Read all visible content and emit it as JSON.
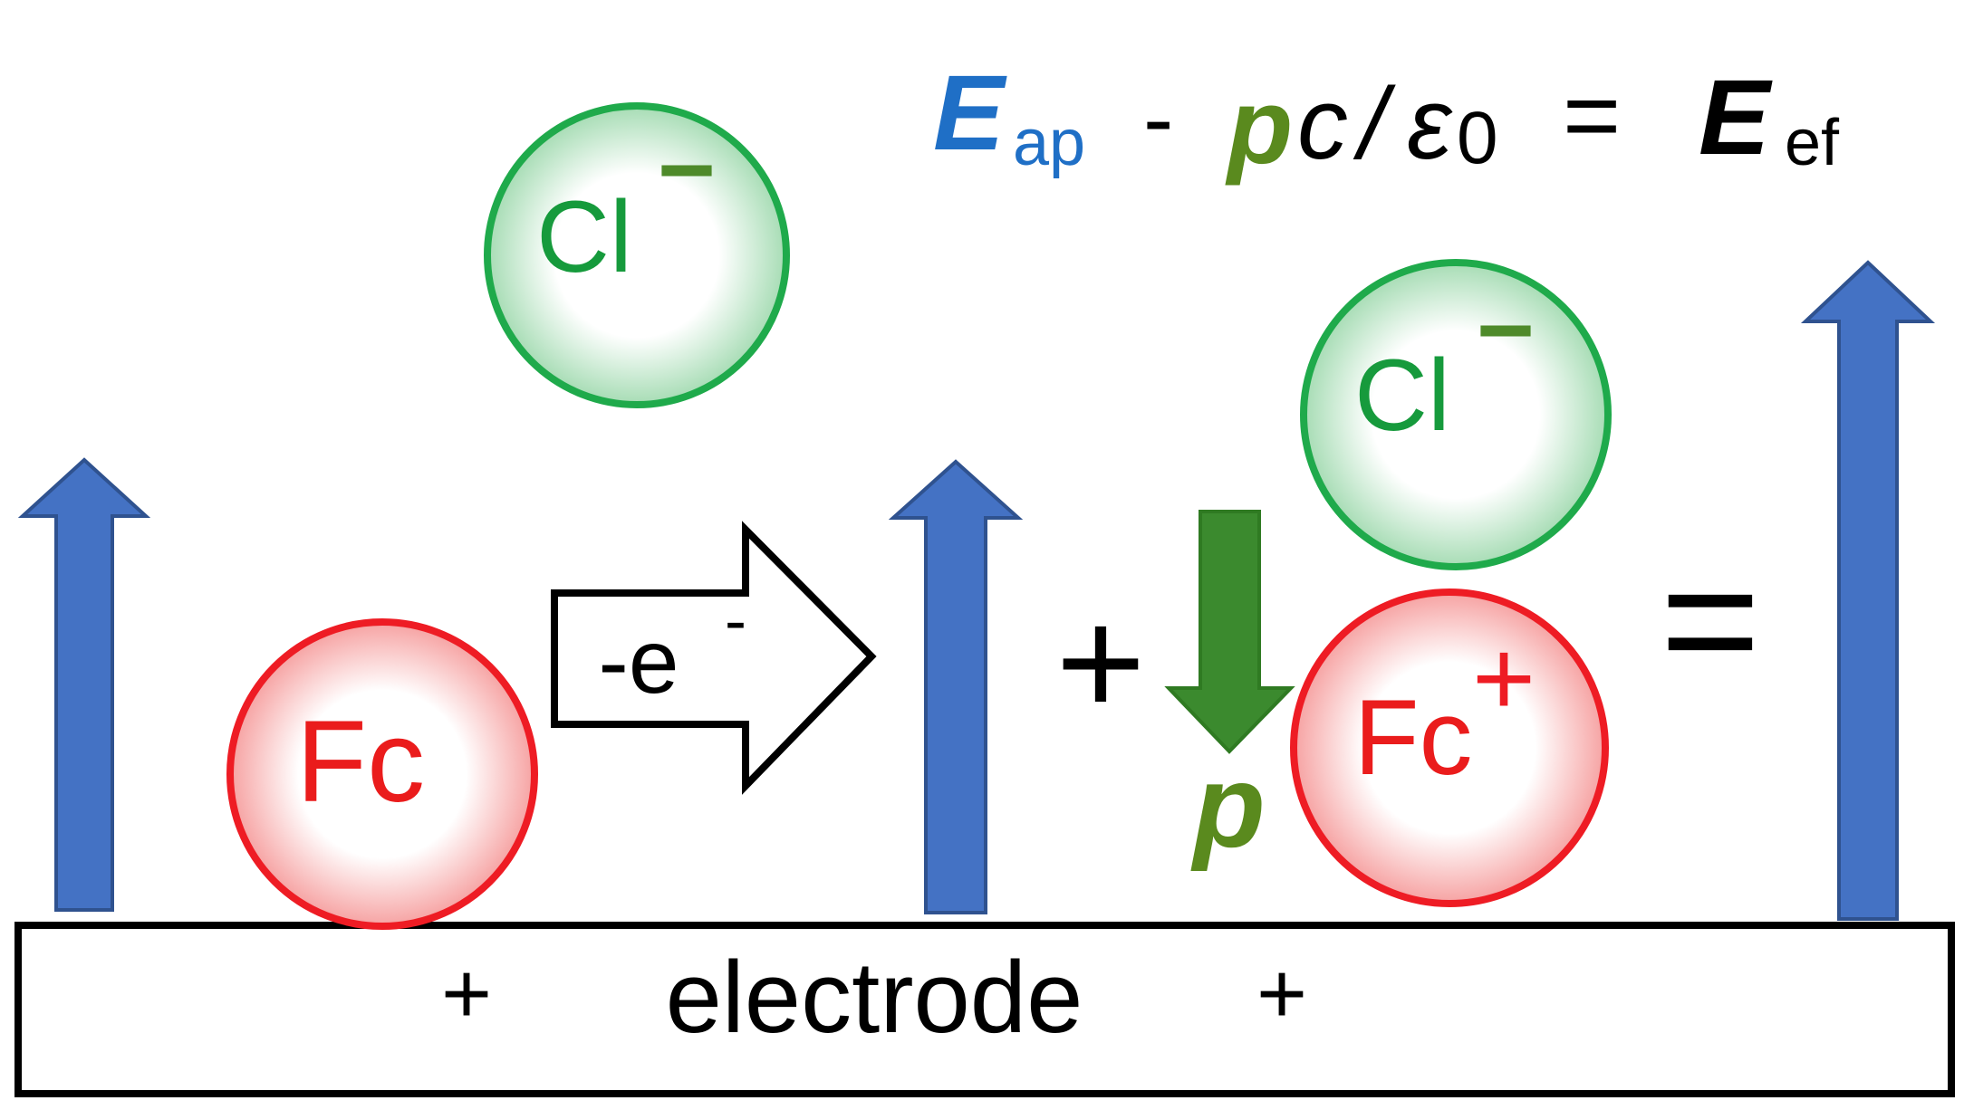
{
  "equation": {
    "e_ap_symbol": "E",
    "e_ap_sub": "ap",
    "minus": "-",
    "p_symbol": "p",
    "c_symbol": "c",
    "slash": "/",
    "epsilon": "ε",
    "epsilon_sub": "0",
    "equals": "=",
    "e_ef_symbol": "E",
    "e_ef_sub": "ef"
  },
  "ions": {
    "cl_top": {
      "label": "Cl",
      "charge": "−"
    },
    "cl_right": {
      "label": "Cl",
      "charge": "−"
    },
    "fc_left": {
      "label": "Fc"
    },
    "fc_right": {
      "label": "Fc",
      "charge": "+"
    }
  },
  "reaction_arrow": {
    "label": "-e",
    "superscript": "-"
  },
  "dipole_label": "p",
  "plus_sign": "+",
  "equals_sign": "=",
  "electrode": {
    "label": "electrode",
    "left_sign": "+",
    "right_sign": "+"
  },
  "colors": {
    "field_arrow": "#4472c4",
    "field_arrow_edge": "#2f528f",
    "chloride": "#1faa4b",
    "ferrocenium": "#ee1c24",
    "dipole": "#3b8a2e",
    "e_ap": "#1f6fc6",
    "p_green": "#5a8a1e",
    "text": "#000000"
  }
}
